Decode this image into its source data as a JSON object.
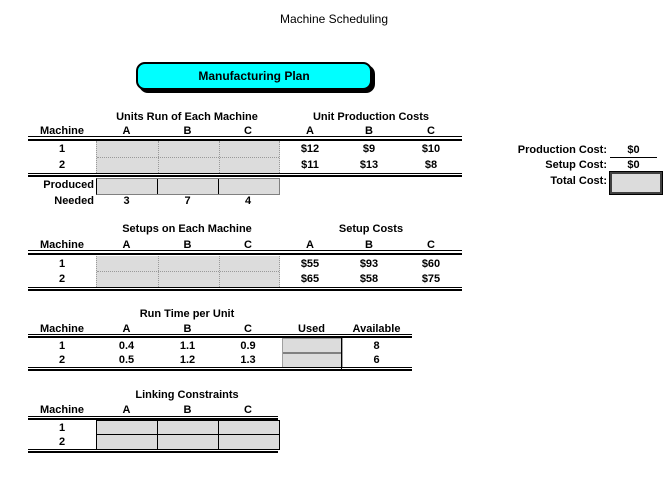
{
  "title": "Machine Scheduling",
  "button": {
    "label": "Manufacturing Plan"
  },
  "units_table": {
    "heading": "Units Run of Each Machine",
    "col_header": "Machine",
    "columns": [
      "A",
      "B",
      "C"
    ],
    "rows": [
      "1",
      "2"
    ],
    "produced_label": "Produced",
    "needed_label": "Needed",
    "needed": [
      "3",
      "7",
      "4"
    ]
  },
  "production_costs": {
    "heading": "Unit Production Costs",
    "columns": [
      "A",
      "B",
      "C"
    ],
    "rows": [
      [
        "$12",
        "$9",
        "$10"
      ],
      [
        "$11",
        "$13",
        "$8"
      ]
    ]
  },
  "cost_summary": {
    "production_label": "Production Cost:",
    "production_value": "$0",
    "setup_label": "Setup Cost:",
    "setup_value": "$0",
    "total_label": "Total Cost:"
  },
  "setups_table": {
    "heading": "Setups on Each Machine",
    "col_header": "Machine",
    "columns": [
      "A",
      "B",
      "C"
    ],
    "rows": [
      "1",
      "2"
    ]
  },
  "setup_costs": {
    "heading": "Setup Costs",
    "columns": [
      "A",
      "B",
      "C"
    ],
    "rows": [
      [
        "$55",
        "$93",
        "$60"
      ],
      [
        "$65",
        "$58",
        "$75"
      ]
    ]
  },
  "run_time": {
    "heading": "Run Time per Unit",
    "col_header": "Machine",
    "columns": [
      "A",
      "B",
      "C"
    ],
    "used_header": "Used",
    "available_header": "Available",
    "rows": [
      {
        "machine": "1",
        "values": [
          "0.4",
          "1.1",
          "0.9"
        ],
        "available": "8"
      },
      {
        "machine": "2",
        "values": [
          "0.5",
          "1.2",
          "1.3"
        ],
        "available": "6"
      }
    ]
  },
  "linking": {
    "heading": "Linking Constraints",
    "col_header": "Machine",
    "columns": [
      "A",
      "B",
      "C"
    ],
    "rows": [
      "1",
      "2"
    ]
  },
  "colors": {
    "accent": "#00FFFF",
    "cell_fill": "#DCDCDC"
  }
}
